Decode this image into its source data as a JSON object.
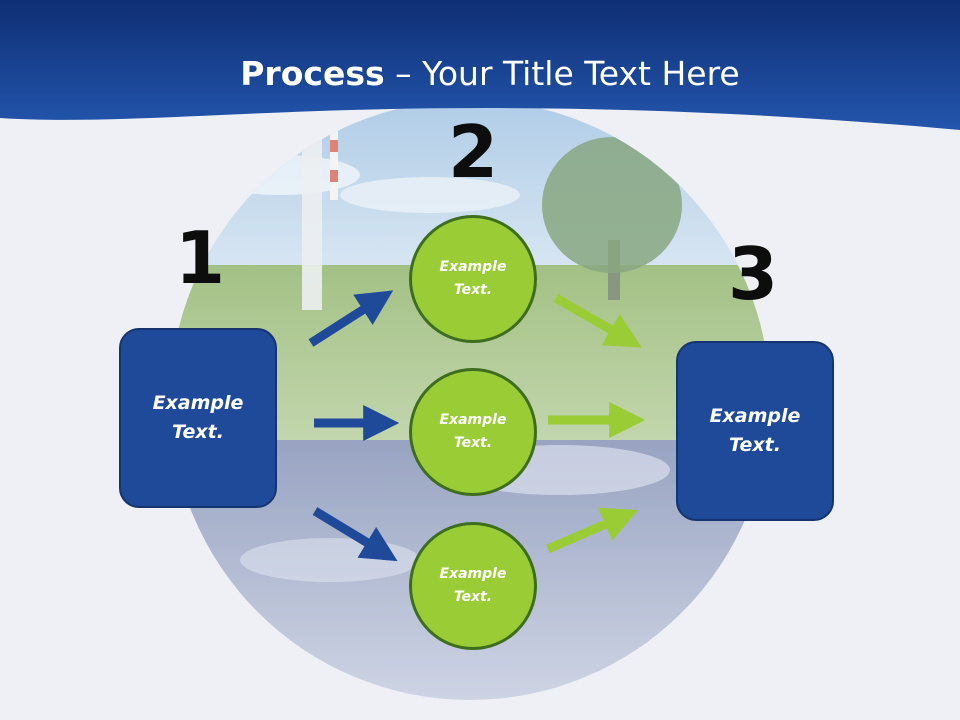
{
  "title": {
    "bold": "Process",
    "rest": " – Your Title Text Here"
  },
  "steps": {
    "one": "1",
    "two": "2",
    "three": "3"
  },
  "boxes": {
    "left": "Example\nText.",
    "right": "Example\nText."
  },
  "circles": [
    "Example\nText.",
    "Example\nText.",
    "Example\nText."
  ],
  "colors": {
    "header_blue": "#1f4a9a",
    "box_blue": "#1f4a9a",
    "circle_green": "#9acd35",
    "circle_border": "#3d6e1e",
    "arrow_blue": "#1f4a9a",
    "arrow_green": "#9acd35"
  }
}
